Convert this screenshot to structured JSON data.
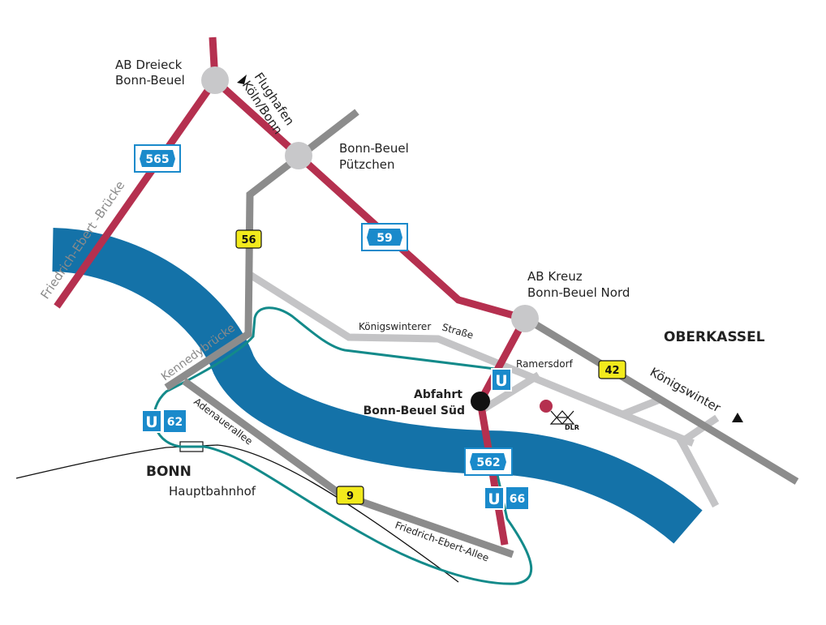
{
  "colors": {
    "autobahn": "#b5304f",
    "river": "#1472a8",
    "federal_road": "#8c8c8c",
    "local_road": "#c4c4c6",
    "tram": "#138a8a",
    "shield_blue": "#1a8acb",
    "yellow_shield": "#f2ea1c",
    "interchange": "#c8c8ca",
    "dlr_dot": "#b5304f"
  },
  "interchanges": {
    "dreieck": [
      "AB Dreieck",
      "Bonn-Beuel"
    ],
    "puetzchen": [
      "Bonn-Beuel",
      "Pützchen"
    ],
    "kreuz": [
      "AB Kreuz",
      "Bonn-Beuel Nord"
    ]
  },
  "destinations": {
    "flughafen": [
      "Flughafen",
      "Köln/Bonn"
    ],
    "koenigswinter": "Königswinter"
  },
  "exit": [
    "Abfahrt",
    "Bonn-Beuel Süd"
  ],
  "places": {
    "oberkassel": "OBERKASSEL",
    "bonn": "BONN",
    "hauptbahnhof": "Hauptbahnhof",
    "ramersdorf": "Ramersdorf",
    "dlr": "DLR"
  },
  "streets": {
    "friedrich_ebert_bruecke": "Friedrich-Ebert -Brücke",
    "kennedybruecke": "Kennedybrücke",
    "adenauerallee": "Adenauerallee",
    "friedrich_ebert_allee": "Friedrich-Ebert-Allee",
    "koenigswinterer": "Königswinterer",
    "strasse": "Straße"
  },
  "autobahn_shields": {
    "a565": "565",
    "a59": "59",
    "a562": "562"
  },
  "federal_shields": {
    "b56": "56",
    "b42": "42",
    "b9": "9"
  },
  "tram": {
    "u_symbol": "U",
    "line_62": "62",
    "line_66": "66"
  }
}
